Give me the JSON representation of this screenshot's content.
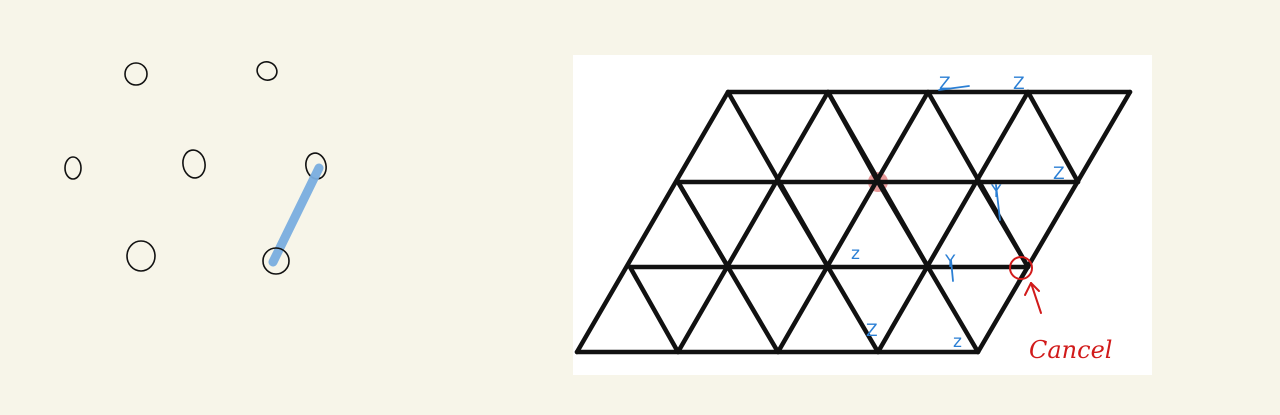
{
  "left_sketch": {
    "points": [
      {
        "id": "p1"
      },
      {
        "id": "p2"
      },
      {
        "id": "p3"
      },
      {
        "id": "p4"
      },
      {
        "id": "p5"
      },
      {
        "id": "p6"
      },
      {
        "id": "p7"
      }
    ],
    "stroke_color": "#111111",
    "highlight_color": "#7aaee0"
  },
  "triangle_grid": {
    "rows": 3,
    "columns": 4,
    "line_color": "#111111",
    "annotation_color": "#2b7fd4",
    "cancel_color": "#d11a1a",
    "labels": {
      "z_top_1": "Z",
      "z_top_2": "Z",
      "z_right": "Z",
      "y_1": "Y",
      "z_mid": "z",
      "y_2": "Y",
      "z_bottom_1": "Z",
      "z_bottom_2": "z"
    },
    "cancel_text": "Cancel"
  }
}
